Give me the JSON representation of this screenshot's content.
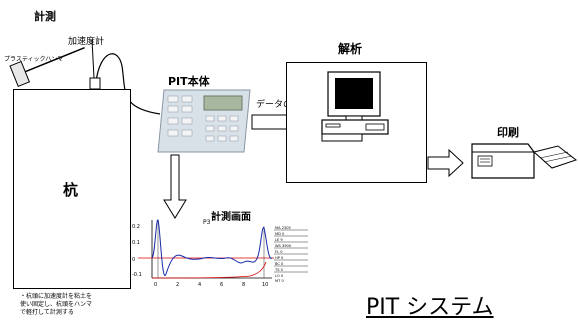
{
  "labels": {
    "measurement": "計測",
    "accelerometer": "加速度計",
    "hammer": "プラスティックハンマ",
    "pit_unit": "PIT本体",
    "data_transfer": "データの転送",
    "analysis": "解析",
    "printing": "印刷",
    "pile": "杭",
    "screen_title": "計測画面",
    "screen_id": "P3",
    "note": "・杭頭に加速度計を粘土を使い固定し、杭頭をハンマで軽打して計測する",
    "system_title": "PIT システム"
  },
  "graph": {
    "y_ticks": [
      "0.2",
      "0.1",
      "0",
      "-0.1"
    ],
    "x_ticks": [
      "0",
      "2",
      "4",
      "6",
      "8",
      "10"
    ],
    "side_table": [
      "MA 2305",
      "MD 0",
      "LE 9",
      "WS 3900",
      "FL 0",
      "HP 0",
      "BC 0",
      "TS 0",
      "LO 0",
      "MT 0"
    ]
  }
}
